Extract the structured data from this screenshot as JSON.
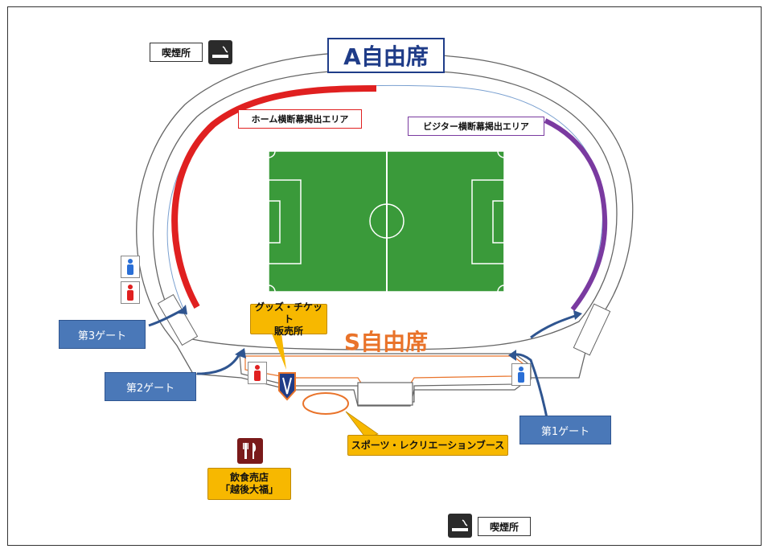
{
  "smoking_area_top": {
    "label": "喫煙所",
    "icon": "smoking-icon"
  },
  "smoking_area_bottom": {
    "label": "喫煙所",
    "icon": "smoking-icon"
  },
  "seat_a": {
    "label": "A自由席",
    "color": "#1f3c88"
  },
  "seat_s": {
    "label": "S自由席",
    "color": "#e9732a"
  },
  "home_banner_area": {
    "label": "ホーム横断幕掲出エリア",
    "color": "#e02020"
  },
  "visitor_banner_area": {
    "label": "ビジター横断幕掲出エリア",
    "color": "#7a3aa0"
  },
  "gates": {
    "gate1": "第1ゲート",
    "gate2": "第2ゲート",
    "gate3": "第3ゲート",
    "color": "#4a78b8"
  },
  "goods_ticket": {
    "line1": "グッズ・チケット",
    "line2": "販売所"
  },
  "sports_booth": {
    "label": "スポーツ・レクリエーションブース"
  },
  "food_stand": {
    "line1": "飲食売店",
    "line2": "「越後大福」",
    "icon": "cutlery-icon"
  },
  "toilets": {
    "male_color": "#2a6fd6",
    "female_color": "#e02020"
  },
  "pitch_color": "#3a9a3a",
  "callout_color": "#f7b800"
}
